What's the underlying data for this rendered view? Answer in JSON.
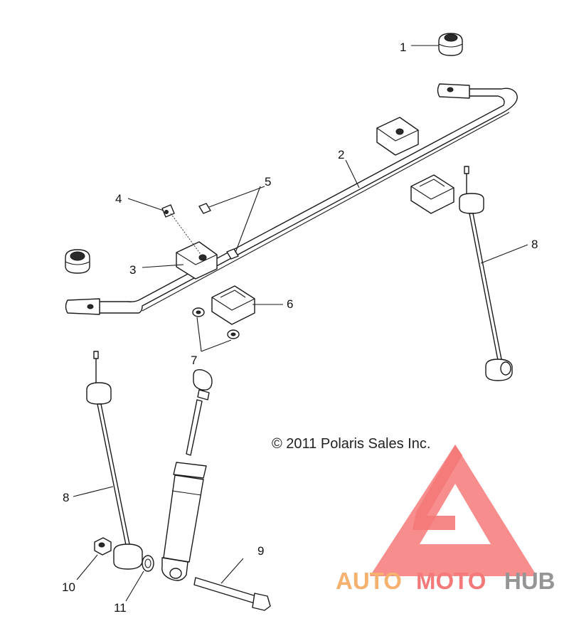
{
  "diagram": {
    "callouts": [
      {
        "id": "c1",
        "label": "1"
      },
      {
        "id": "c2",
        "label": "2"
      },
      {
        "id": "c3",
        "label": "3"
      },
      {
        "id": "c4",
        "label": "4"
      },
      {
        "id": "c5",
        "label": "5"
      },
      {
        "id": "c6",
        "label": "6"
      },
      {
        "id": "c7",
        "label": "7"
      },
      {
        "id": "c8a",
        "label": "8"
      },
      {
        "id": "c8b",
        "label": "8"
      },
      {
        "id": "c9",
        "label": "9"
      },
      {
        "id": "c10",
        "label": "10"
      },
      {
        "id": "c11",
        "label": "11"
      }
    ],
    "copyright": "© 2011 Polaris Sales Inc."
  },
  "watermark": {
    "text_part1": "AUTO",
    "text_part2": "MOTO",
    "text_part3": "HUB",
    "color_primary": "#f46b6b",
    "color_secondary": "#f4a95e",
    "color_text_dark": "#8a8a8a"
  }
}
